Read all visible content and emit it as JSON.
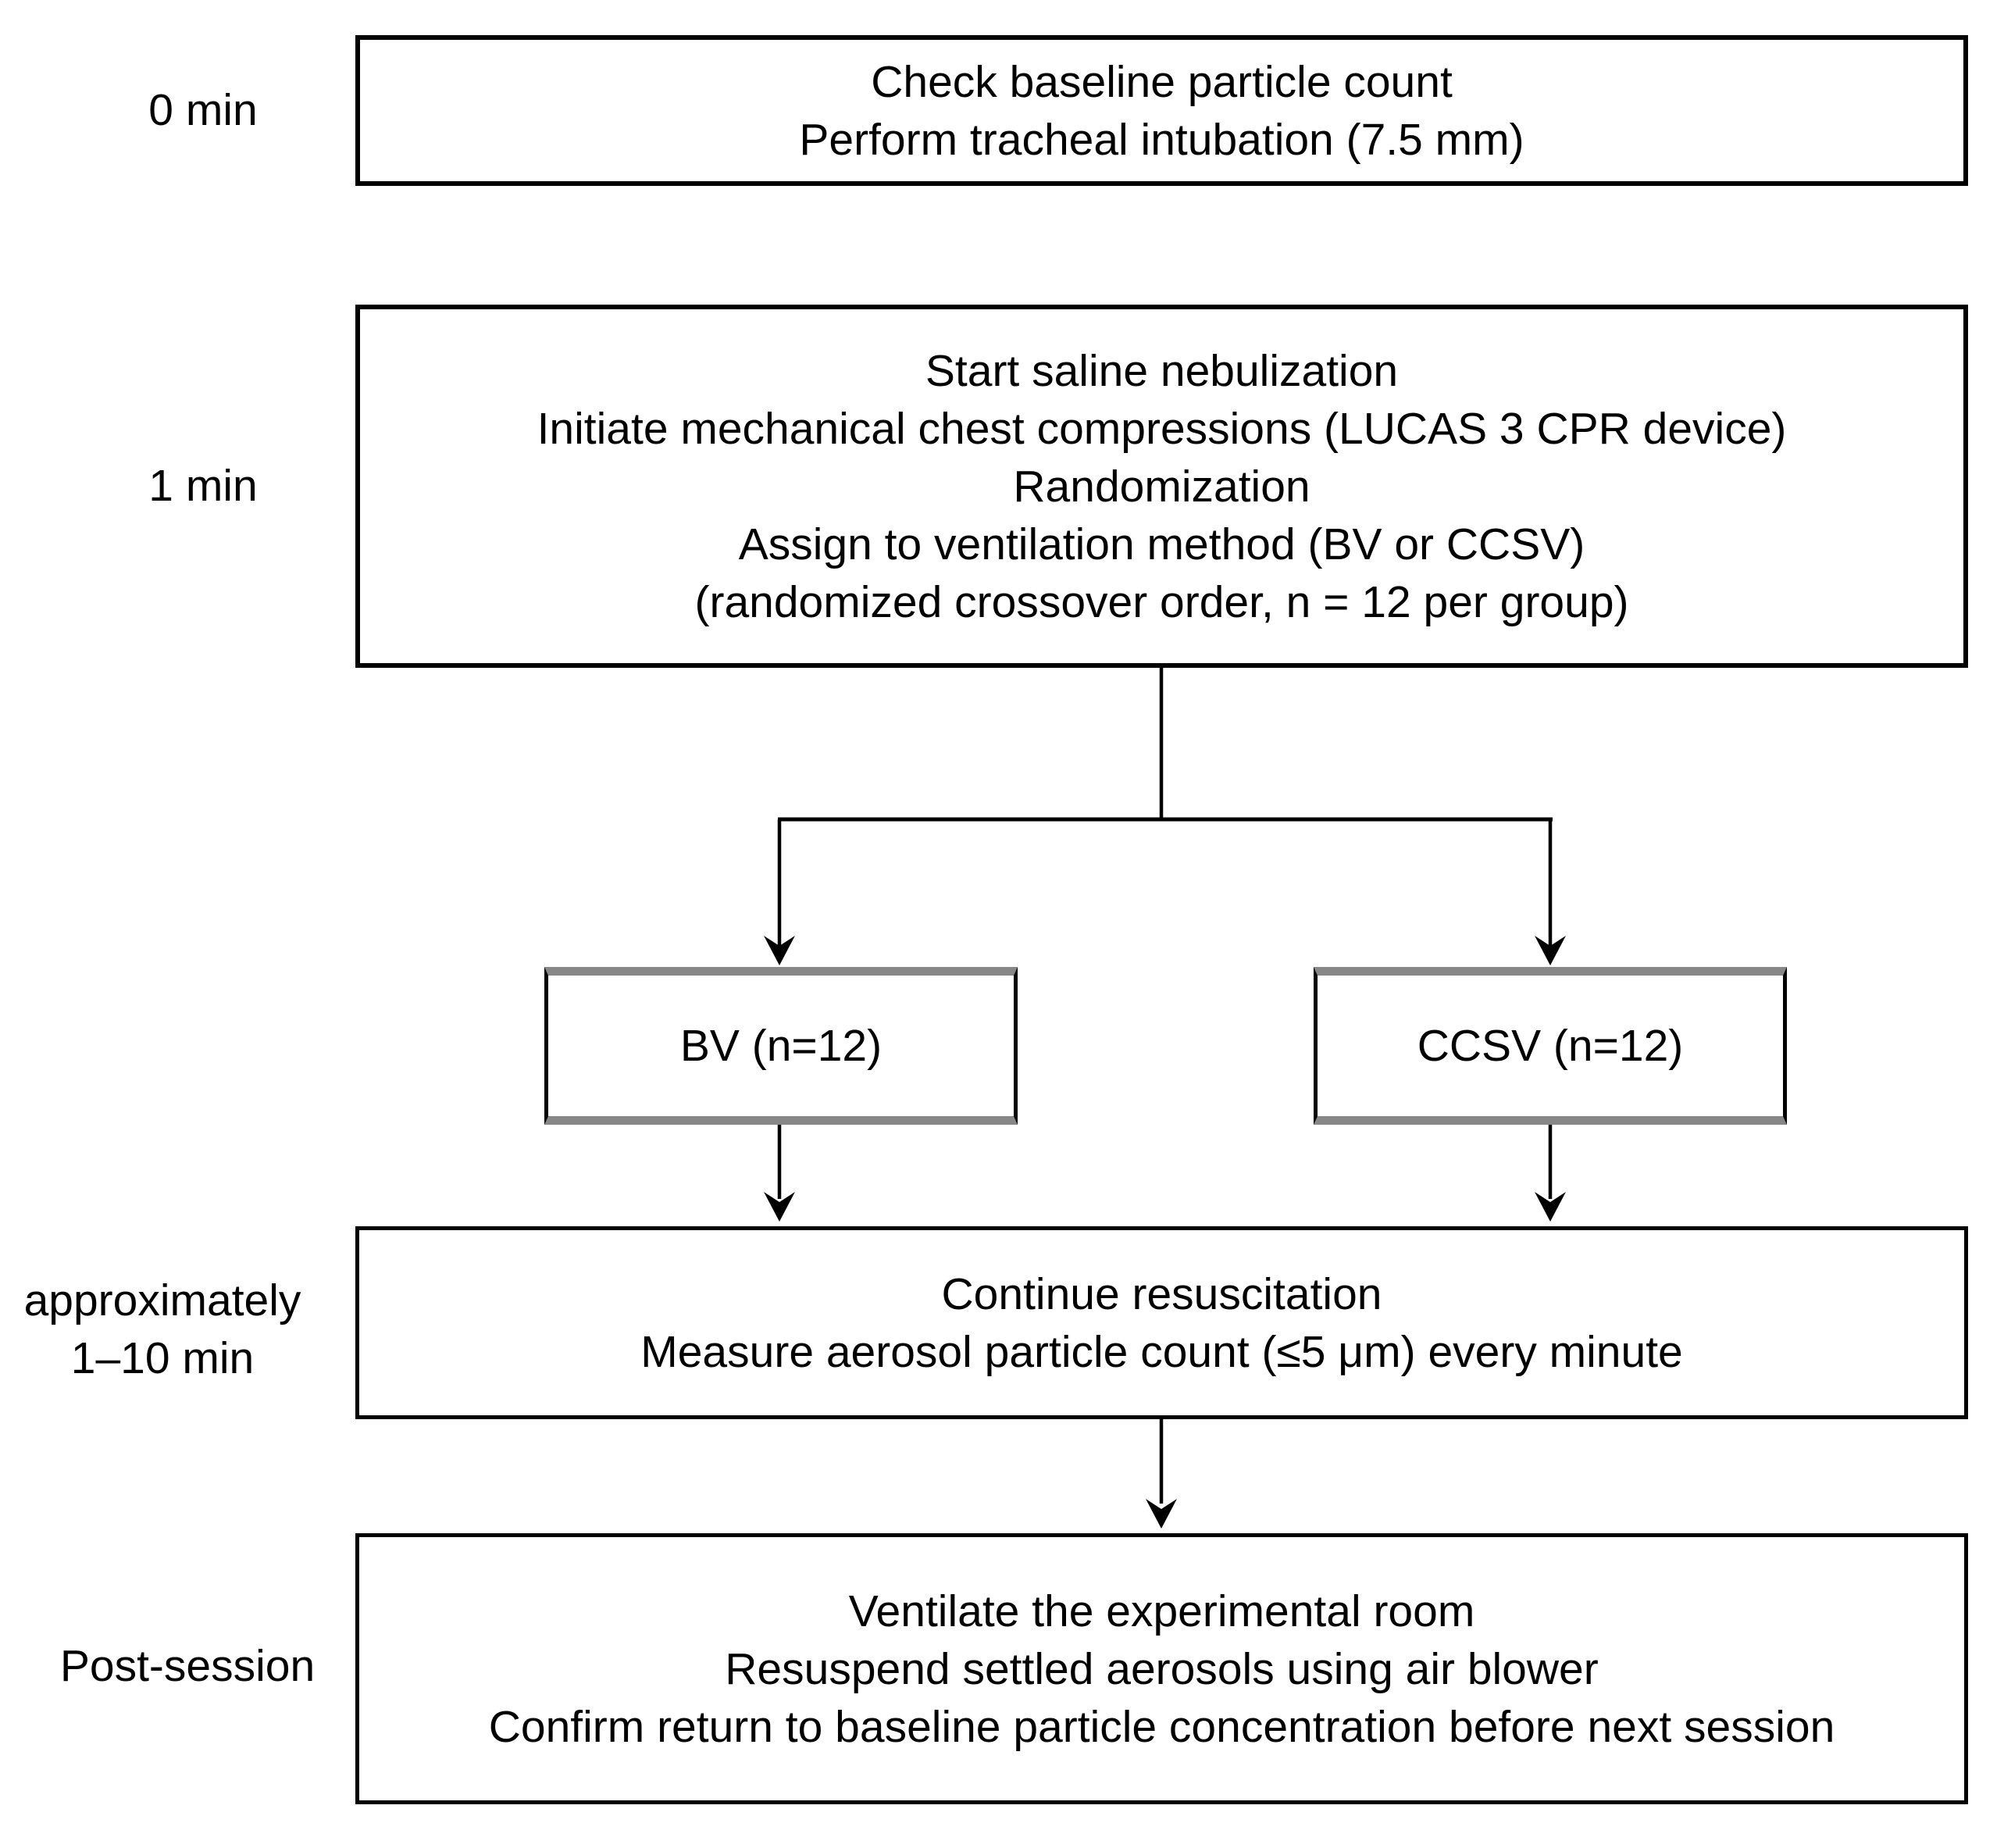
{
  "diagram": {
    "title_implied": "Experimental session flowchart",
    "timeline": {
      "t0": "0 min",
      "t1": "1 min",
      "mid_line1": "approximately",
      "mid_line2": "1–10 min",
      "post": "Post-session"
    },
    "steps": {
      "baseline": {
        "lines": [
          "Check baseline particle count",
          "Perform tracheal intubation (7.5 mm)"
        ]
      },
      "setup": {
        "lines": [
          "Start saline nebulization",
          "Initiate mechanical chest compressions (LUCAS 3 CPR device)",
          "Randomization",
          "Assign to ventilation method (BV or CCSV)",
          "(randomized crossover order, n = 12 per group)"
        ]
      },
      "bv": {
        "label": "BV (n=12)"
      },
      "ccsv": {
        "label": "CCSV (n=12)"
      },
      "resuscitation": {
        "lines": [
          "Continue resuscitation",
          "Measure aerosol particle count (≤5 μm) every minute"
        ]
      },
      "post_session": {
        "lines": [
          "Ventilate the experimental room",
          "Resuspend settled aerosols using air blower",
          "Confirm return to baseline particle concentration before next session"
        ]
      }
    },
    "colors": {
      "line": "#000000",
      "text": "#000000",
      "branch_border": "#878787",
      "background": "#ffffff"
    }
  }
}
